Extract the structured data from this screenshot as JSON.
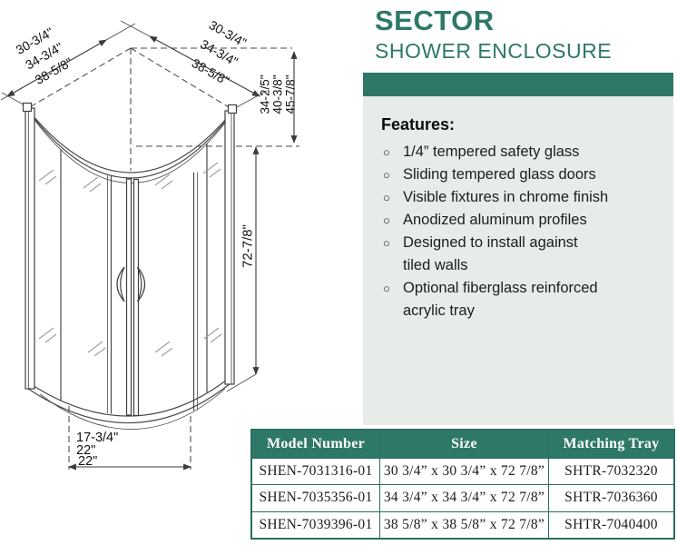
{
  "header": {
    "title": "SECTOR",
    "subtitle": "SHOWER ENCLOSURE"
  },
  "colors": {
    "brand_green": "#2e7867",
    "panel_bg": "#e7ece9",
    "table_border": "#2c6e60",
    "line": "#4a4a4a"
  },
  "features": {
    "heading": "Features:",
    "bullet": "○",
    "items": [
      "1/4” tempered safety glass",
      "Sliding tempered glass doors",
      "Visible fixtures in chrome finish",
      "Anodized aluminum profiles",
      "Designed to install against\ntiled walls",
      "Optional fiberglass reinforced\nacrylic tray"
    ]
  },
  "diagram": {
    "width_labels_left": [
      "30-3/4\"",
      "34-3/4\"",
      "38-5/8\""
    ],
    "width_labels_right": [
      "30-3/4\"",
      "34-3/4\"",
      "38-5/8\""
    ],
    "diagonal_labels": [
      "34-2/5\"",
      "40-3/8\"",
      "45-7/8\""
    ],
    "height_label": "72-7/8\"",
    "door_width_labels": [
      "17-3/4\"",
      "22\"",
      "22\""
    ]
  },
  "table": {
    "headers": [
      "Model Number",
      "Size",
      "Matching Tray"
    ],
    "rows": [
      [
        "SHEN-7031316-01",
        "30 3/4” x 30 3/4” x 72 7/8”",
        "SHTR-7032320"
      ],
      [
        "SHEN-7035356-01",
        "34 3/4” x 34 3/4” x 72 7/8”",
        "SHTR-7036360"
      ],
      [
        "SHEN-7039396-01",
        "38 5/8” x 38 5/8” x 72 7/8”",
        "SHTR-7040400"
      ]
    ]
  }
}
